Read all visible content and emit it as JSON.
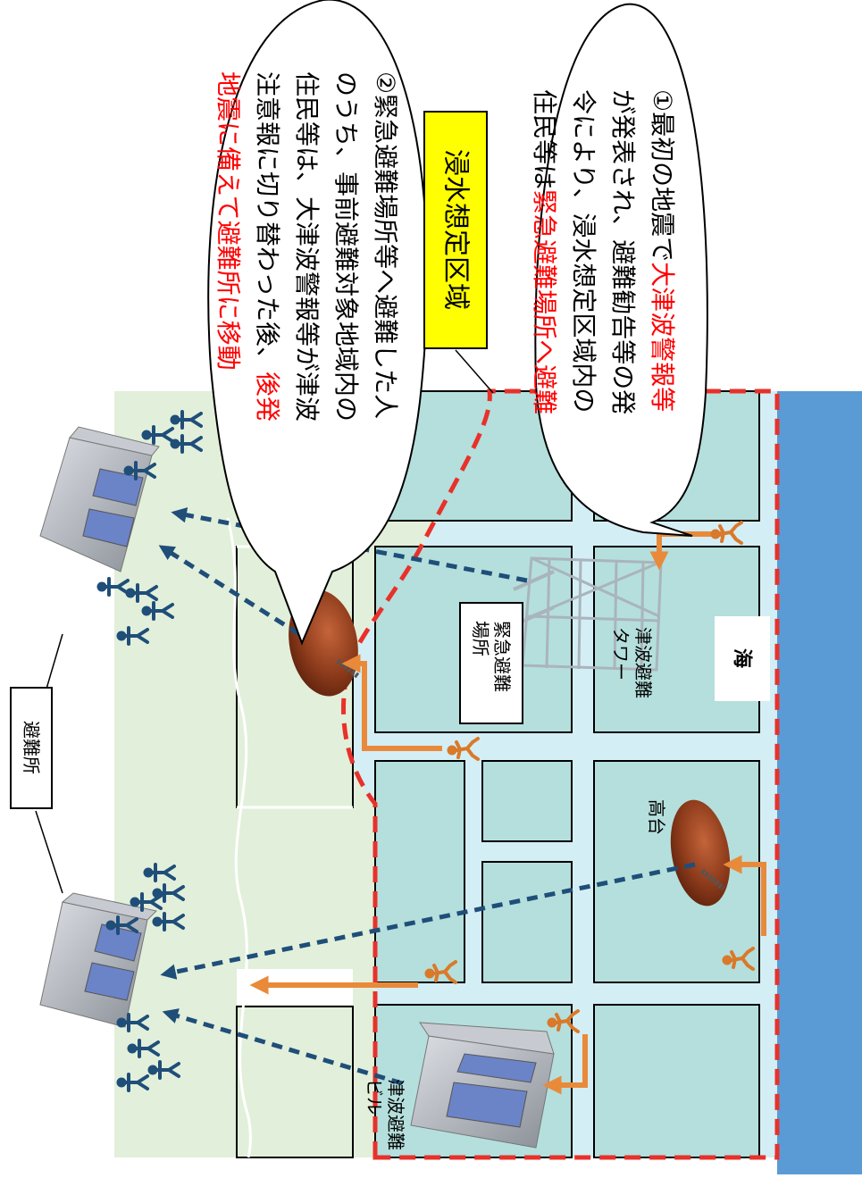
{
  "title_label": "浸水想定区域",
  "shelter_label": "避難所",
  "sea_label": "海",
  "places": {
    "emergency_site": "緊急避難場所",
    "tower": "津波避難タワー",
    "highland": "高台",
    "building": "津波避難ビル"
  },
  "bubble1": [
    [
      {
        "t": "①最初の地震で",
        "hl": false
      },
      {
        "t": "大津波警報等",
        "hl": true
      }
    ],
    [
      {
        "t": "が発表され、避難勧告等の発",
        "hl": false
      }
    ],
    [
      {
        "t": "令により、浸水想定区域内の",
        "hl": false
      }
    ],
    [
      {
        "t": "住民等は",
        "hl": false
      },
      {
        "t": "緊急避難場所へ避難",
        "hl": true
      }
    ]
  ],
  "bubble2": [
    [
      {
        "t": "②緊急避難場所等へ避難した人",
        "hl": false
      }
    ],
    [
      {
        "t": "のうち、事前避難対象地域内の",
        "hl": false
      }
    ],
    [
      {
        "t": "住民等は、大津波警報等が津波",
        "hl": false
      }
    ],
    [
      {
        "t": "注意報に切り替わった後、",
        "hl": false
      },
      {
        "t": "後発",
        "hl": true
      }
    ],
    [
      {
        "t": "地震に備えて避難所に移動",
        "hl": true
      }
    ]
  ],
  "colors": {
    "sea": "#5b9bd5",
    "inundation": "#b4dfdc",
    "land": "#e2efda",
    "road": "#d4eef6",
    "block": "#b4dfdc",
    "boundary": "#e8312a",
    "evacuation_arrow": "#e98a3a",
    "shelter_arrow": "#1f4e79",
    "person_evacuee": "#d9792a",
    "person_resident": "#1f4e79",
    "label_yellow": "#ffff00",
    "highlight_text": "#ff0000",
    "hill": "#8b3a1a"
  }
}
